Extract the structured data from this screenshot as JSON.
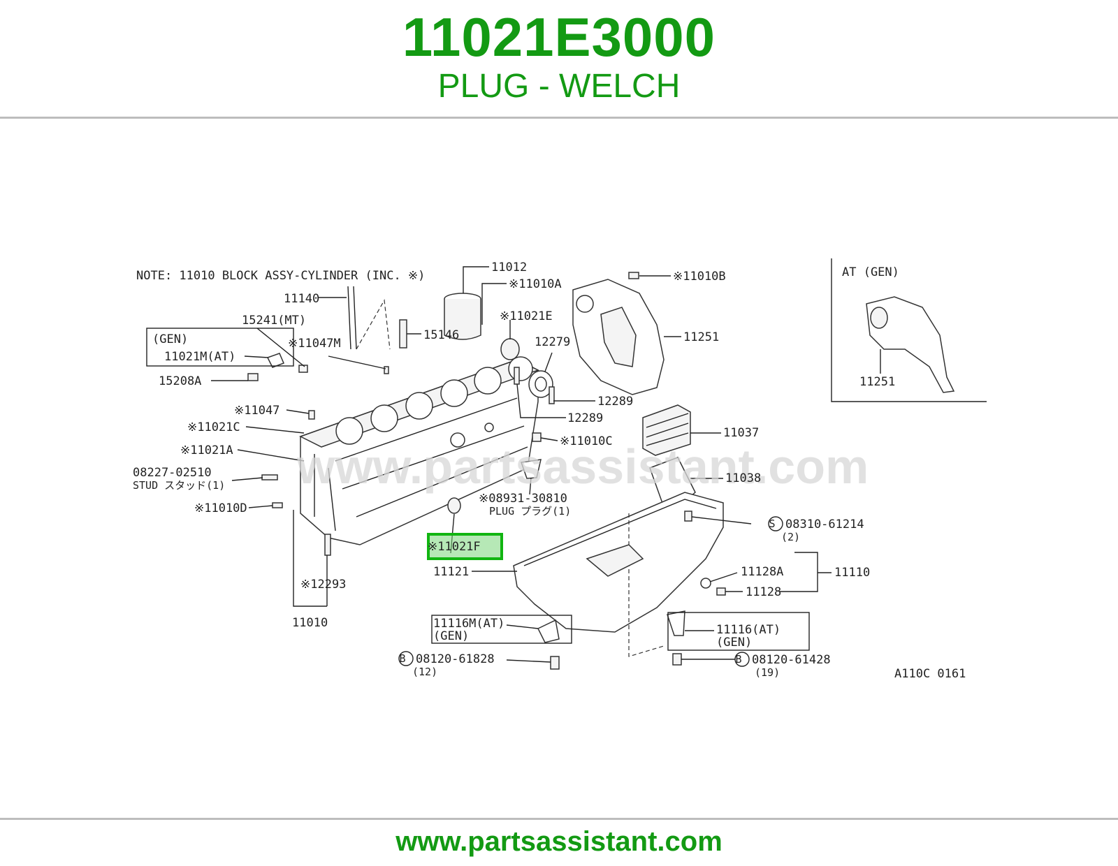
{
  "header": {
    "part_number": "11021E3000",
    "part_name": "PLUG - WELCH"
  },
  "footer": {
    "url": "www.partsassistant.com"
  },
  "diagram": {
    "watermark": "www.partsassistant.com",
    "note": "NOTE: 11010 BLOCK ASSY-CYLINDER (INC. ※)",
    "figure_code": "A110C 0161",
    "highlighted_label": "※11021F",
    "inset_title": "AT (GEN)",
    "inset_label": "11251",
    "labels": {
      "l11012": "11012",
      "l11010A": "※11010A",
      "l11010B": "※11010B",
      "l11140": "11140",
      "l15241": "15241(MT)",
      "lGen1": "(GEN)",
      "l11021M": "11021M(AT)",
      "l11047M": "※11047M",
      "l15146": "15146",
      "l11021E": "※11021E",
      "l12279": "12279",
      "l11251": "11251",
      "l15208A": "15208A",
      "l11047": "※11047",
      "l12289a": "12289",
      "l12289b": "12289",
      "l11021C": "※11021C",
      "l11037": "11037",
      "l11010C": "※11010C",
      "l11021A": "※11021A",
      "l08227": "08227-02510",
      "lStud": "STUD スタッド(1)",
      "l11038": "11038",
      "l08931": "※08931-30810",
      "lPlug": "PLUG プラグ(1)",
      "l11010D": "※11010D",
      "l08310": "08310-61214",
      "l08310q": "(2)",
      "l11121": "11121",
      "l11128A": "11128A",
      "l11110": "11110",
      "l12293": "※12293",
      "l11128": "11128",
      "l11010": "11010",
      "l11116M": "11116M(AT)",
      "lGen2": "(GEN)",
      "l11116": "11116(AT)",
      "lGen3": "(GEN)",
      "l08120a": "08120-61828",
      "l08120aq": "(12)",
      "l08120b": "08120-61428",
      "l08120bq": "(19)",
      "mark_s": "S",
      "mark_b1": "B",
      "mark_b2": "B"
    }
  }
}
